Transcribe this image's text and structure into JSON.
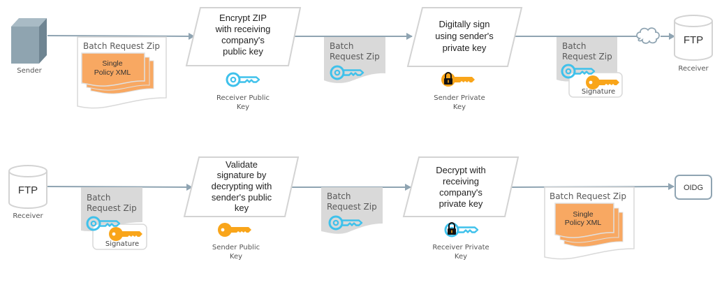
{
  "colors": {
    "flow_line": "#8FA4B2",
    "step_border": "#D3D3D3",
    "doc_border": "#D9D9D9",
    "encrypted_fill": "#D9D9D9",
    "xml_fill": "#F8A862",
    "public_key_blue": "#3FC1EB",
    "private_key_orange": "#F9A51A",
    "server_front": "#8FA4B0",
    "server_side": "#6F8592",
    "server_top": "#A9BBC5"
  },
  "top_flow": {
    "sender": {
      "label": "Sender",
      "icon": "server-icon"
    },
    "zip_plain": {
      "title": "Batch Request Zip",
      "xml_label_line1": "Single",
      "xml_label_line2": "Policy XML"
    },
    "step_encrypt": {
      "lines": [
        "Encrypt ZIP",
        "with receiving",
        "company's",
        "public key"
      ],
      "key_label_line1": "Receiver Public",
      "key_label_line2": "Key",
      "key_icon": "blue-key-icon"
    },
    "zip_encrypted": {
      "title_line1": "Batch",
      "title_line2": "Request Zip",
      "icon": "blue-key-icon"
    },
    "step_sign": {
      "lines": [
        "Digitally sign",
        "using sender's",
        "private key"
      ],
      "key_label_line1": "Sender Private",
      "key_label_line2": "Key",
      "key_icon": "orange-locked-key-icon"
    },
    "zip_signed": {
      "title_line1": "Batch",
      "title_line2": "Request Zip",
      "signature_label": "Signature"
    },
    "network": {
      "icon": "cloud-icon"
    },
    "receiver": {
      "server_label": "FTP",
      "label": "Receiver",
      "icon": "database-icon"
    }
  },
  "bottom_flow": {
    "receiver": {
      "server_label": "FTP",
      "label": "Receiver",
      "icon": "database-icon"
    },
    "zip_signed": {
      "title_line1": "Batch",
      "title_line2": "Request Zip",
      "signature_label": "Signature"
    },
    "step_validate": {
      "lines": [
        "Validate",
        "signature by",
        "decrypting with",
        "sender's public",
        "key"
      ],
      "key_label_line1": "Sender Public",
      "key_label_line2": "Key",
      "key_icon": "orange-key-icon"
    },
    "zip_encrypted": {
      "title_line1": "Batch",
      "title_line2": "Request Zip",
      "icon": "blue-key-icon"
    },
    "step_decrypt": {
      "lines": [
        "Decrypt with",
        "receiving",
        "company's",
        "private key"
      ],
      "key_label_line1": "Receiver Private",
      "key_label_line2": "Key",
      "key_icon": "blue-locked-key-icon"
    },
    "zip_plain": {
      "title": "Batch Request Zip",
      "xml_label_line1": "Single",
      "xml_label_line2": "Policy XML"
    },
    "destination": {
      "label": "OIDG"
    }
  }
}
